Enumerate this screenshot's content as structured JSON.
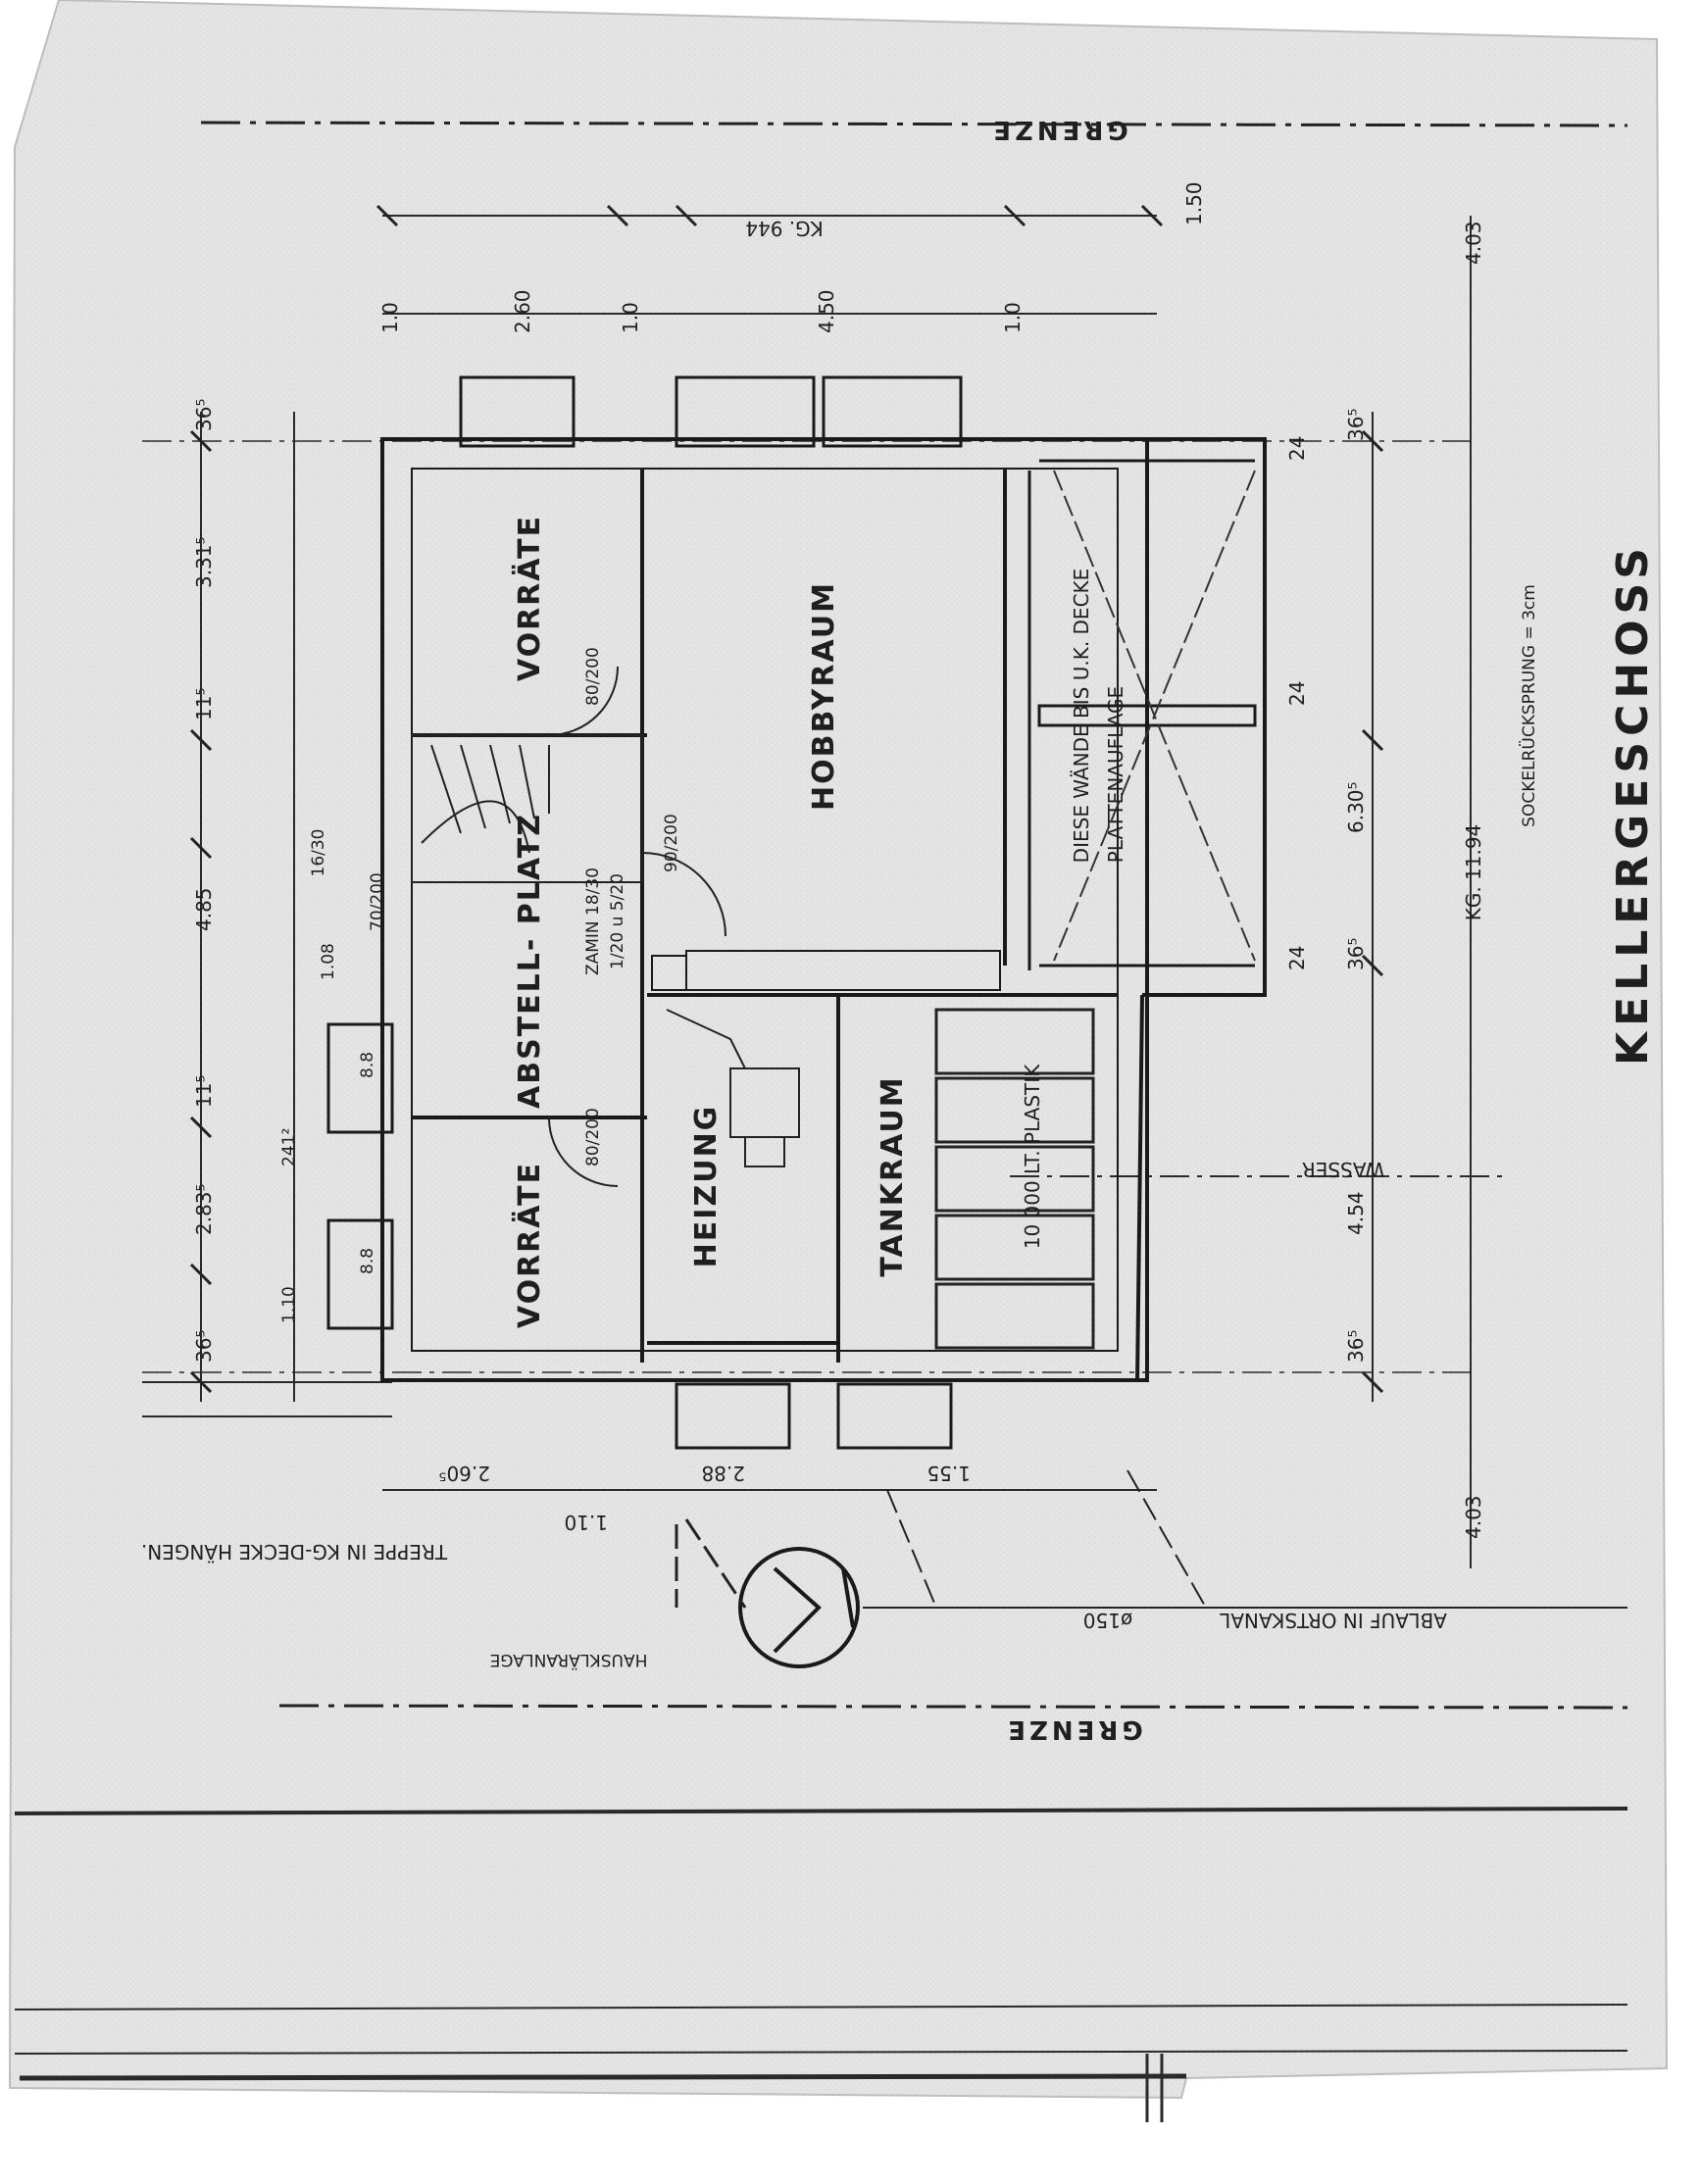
{
  "plan": {
    "title": "KELLERGESCHOSS",
    "boundary_label": "GRENZE",
    "kg_top": "KG. 944",
    "kg_right": "KG. 11.94",
    "sockel_note": "SOCKELRÜCKSPRUNG = 3cm",
    "rooms": {
      "vorraete_top": "VORRÄTE",
      "hobbyraum": "HOBBYRAUM",
      "abstellplatz": "ABSTELL- PLATZ",
      "vorraete_bottom": "VORRÄTE",
      "heizung": "HEIZUNG",
      "tankraum": "TANKRAUM"
    },
    "notes": {
      "walls": "DIESE WÄNDE BIS U.K. DECKE",
      "walls_2": "PLATTENAUFLAGE",
      "tanks": "10 000 LT. PLASTIK",
      "kamin": "ZAMIN 18/30",
      "kamin_2": "1/20 u 5/20",
      "stair": "TREPPE IN KG-DECKE HÄNGEN.",
      "klaeranlage": "HAUSKLÄRANLAGE",
      "ablauf": "ABLAUF IN ORTSKANAL",
      "ablauf_val": "ø150",
      "wasser": "WASSER",
      "stair_size": "16/30"
    },
    "dims_left": [
      "36⁵",
      "3.31⁵",
      "11⁵",
      "4.85",
      "11⁵",
      "2.83⁵",
      "36⁵"
    ],
    "dims_top": [
      "1.0",
      "2.60",
      "1.0",
      "4.50",
      "1.0",
      "1.50"
    ],
    "dims_right": [
      "36⁵",
      "24",
      "24",
      "6.30⁵",
      "24",
      "36⁵",
      "4.54",
      "36⁵"
    ],
    "dims_bottom": [
      "2.60⁵",
      "2.88",
      "1.55",
      "1.10"
    ],
    "edge_dims": [
      "4.03",
      "4.03"
    ],
    "misc": {
      "window_a": "8.8",
      "window_b": "8.8",
      "door_a": "80/200",
      "door_b": "80/200",
      "d1": "1.08",
      "d2": "241²",
      "d3": "1.10",
      "d4": "70/200",
      "d5": "90/200"
    }
  },
  "colors": {
    "paper": "#e6e6e6",
    "ink": "#1f1f1f",
    "wall_fill": "#cfcfcf"
  }
}
